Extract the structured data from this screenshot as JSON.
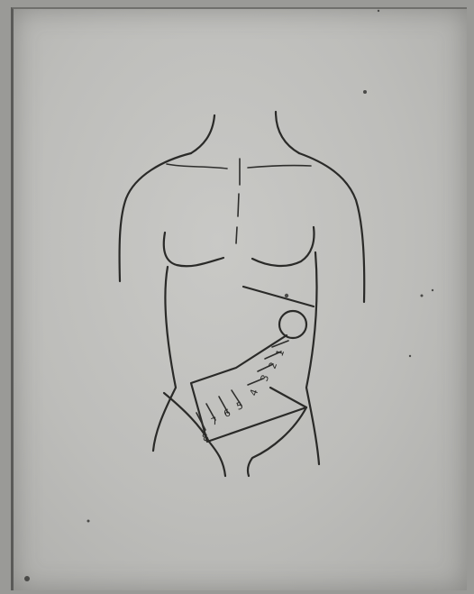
{
  "figure": {
    "scale_marks": [
      "8",
      "7",
      "6",
      "5",
      "4",
      "3",
      "2",
      "1"
    ]
  }
}
